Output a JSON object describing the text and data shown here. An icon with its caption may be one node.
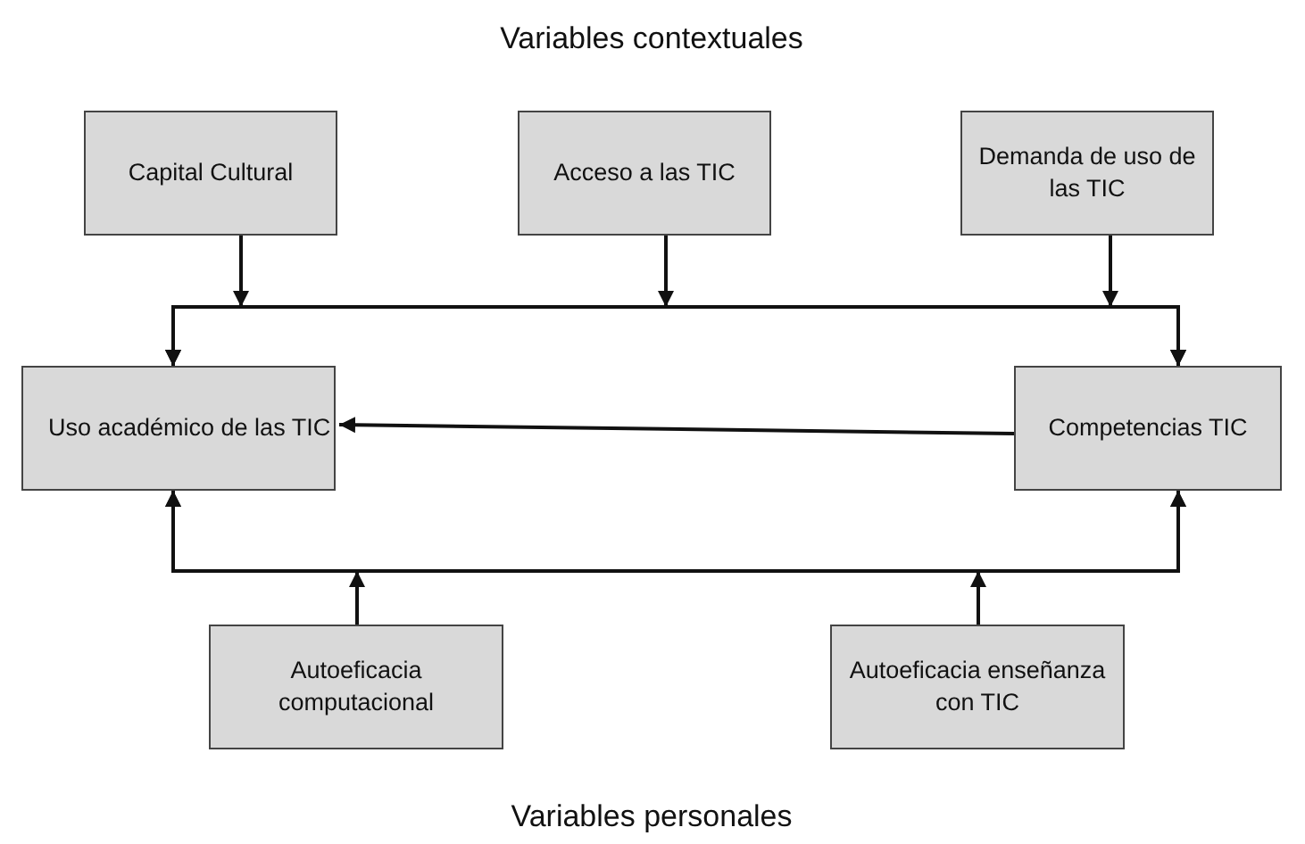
{
  "diagram": {
    "nodes": [
      {
        "text": [
          "Capital Cultural"
        ]
      },
      {
        "text": [
          "Acceso a las TIC"
        ]
      },
      {
        "text": [
          "Demanda de uso de las TIC"
        ]
      },
      {
        "text": [
          "Uso académico de las TIC"
        ]
      },
      {
        "text": [
          "Competencias TIC"
        ]
      },
      {
        "text": [
          "Autoeficacia computacional"
        ]
      },
      {
        "text": [
          "Autoeficacia enseñanza con TIC"
        ]
      }
    ],
    "edges": [
      {
        "from": 0,
        "to": 3,
        "arrow": "to"
      },
      {
        "from": 0,
        "to": 4,
        "arrow": "to"
      },
      {
        "from": 1,
        "to": 3,
        "arrow": "to"
      },
      {
        "from": 1,
        "to": 4,
        "arrow": "to"
      },
      {
        "from": 2,
        "to": 3,
        "arrow": "to"
      },
      {
        "from": 2,
        "to": 4,
        "arrow": "to"
      },
      {
        "from": 4,
        "to": 3,
        "arrow": "to"
      },
      {
        "from": 5,
        "to": 3,
        "arrow": "to"
      },
      {
        "from": 5,
        "to": 4,
        "arrow": "to"
      },
      {
        "from": 6,
        "to": 3,
        "arrow": "to"
      },
      {
        "from": 6,
        "to": 4,
        "arrow": "to"
      }
    ],
    "labels": [
      "Variables contextuales",
      "Variables personales"
    ]
  }
}
